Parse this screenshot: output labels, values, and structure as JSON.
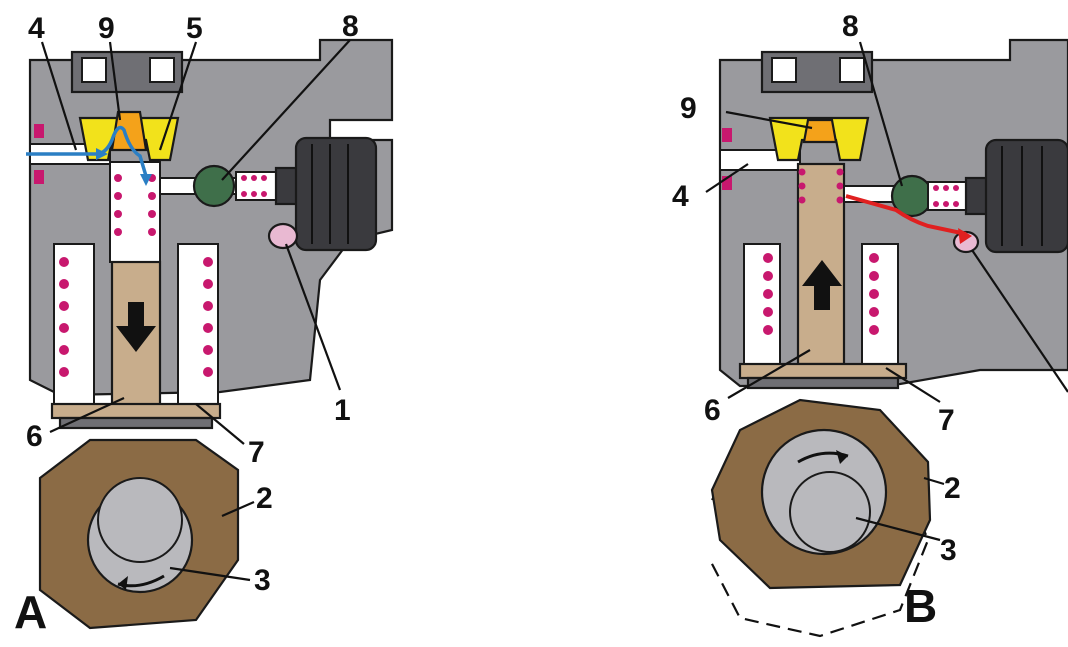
{
  "panels": [
    {
      "letter": "A",
      "callouts": [
        "4",
        "9",
        "5",
        "8",
        "1",
        "6",
        "7",
        "2",
        "3"
      ],
      "plunger_direction": "down",
      "flow": "intake"
    },
    {
      "letter": "B",
      "callouts": [
        "8",
        "9",
        "4",
        "6",
        "7",
        "2",
        "3"
      ],
      "plunger_direction": "up",
      "flow": "delivery"
    }
  ],
  "colors": {
    "housing": "#9a9a9e",
    "housing_dark": "#6f6f74",
    "cam": "#8b6b45",
    "cam_shaft": "#b9b9bd",
    "plunger": "#c8ad8c",
    "valve_seat": "#f2e21b",
    "valve": "#f4a21a",
    "check_ball": "#3f6f4a",
    "spring_dot": "#c8186e",
    "intake_flow": "#2b7fc4",
    "delivery_flow": "#e02020",
    "seal": "#e9b9d2",
    "connector": "#3a3a3e"
  },
  "icons": [
    "arrow-down-icon",
    "arrow-up-icon",
    "rotation-arrow-icon"
  ]
}
